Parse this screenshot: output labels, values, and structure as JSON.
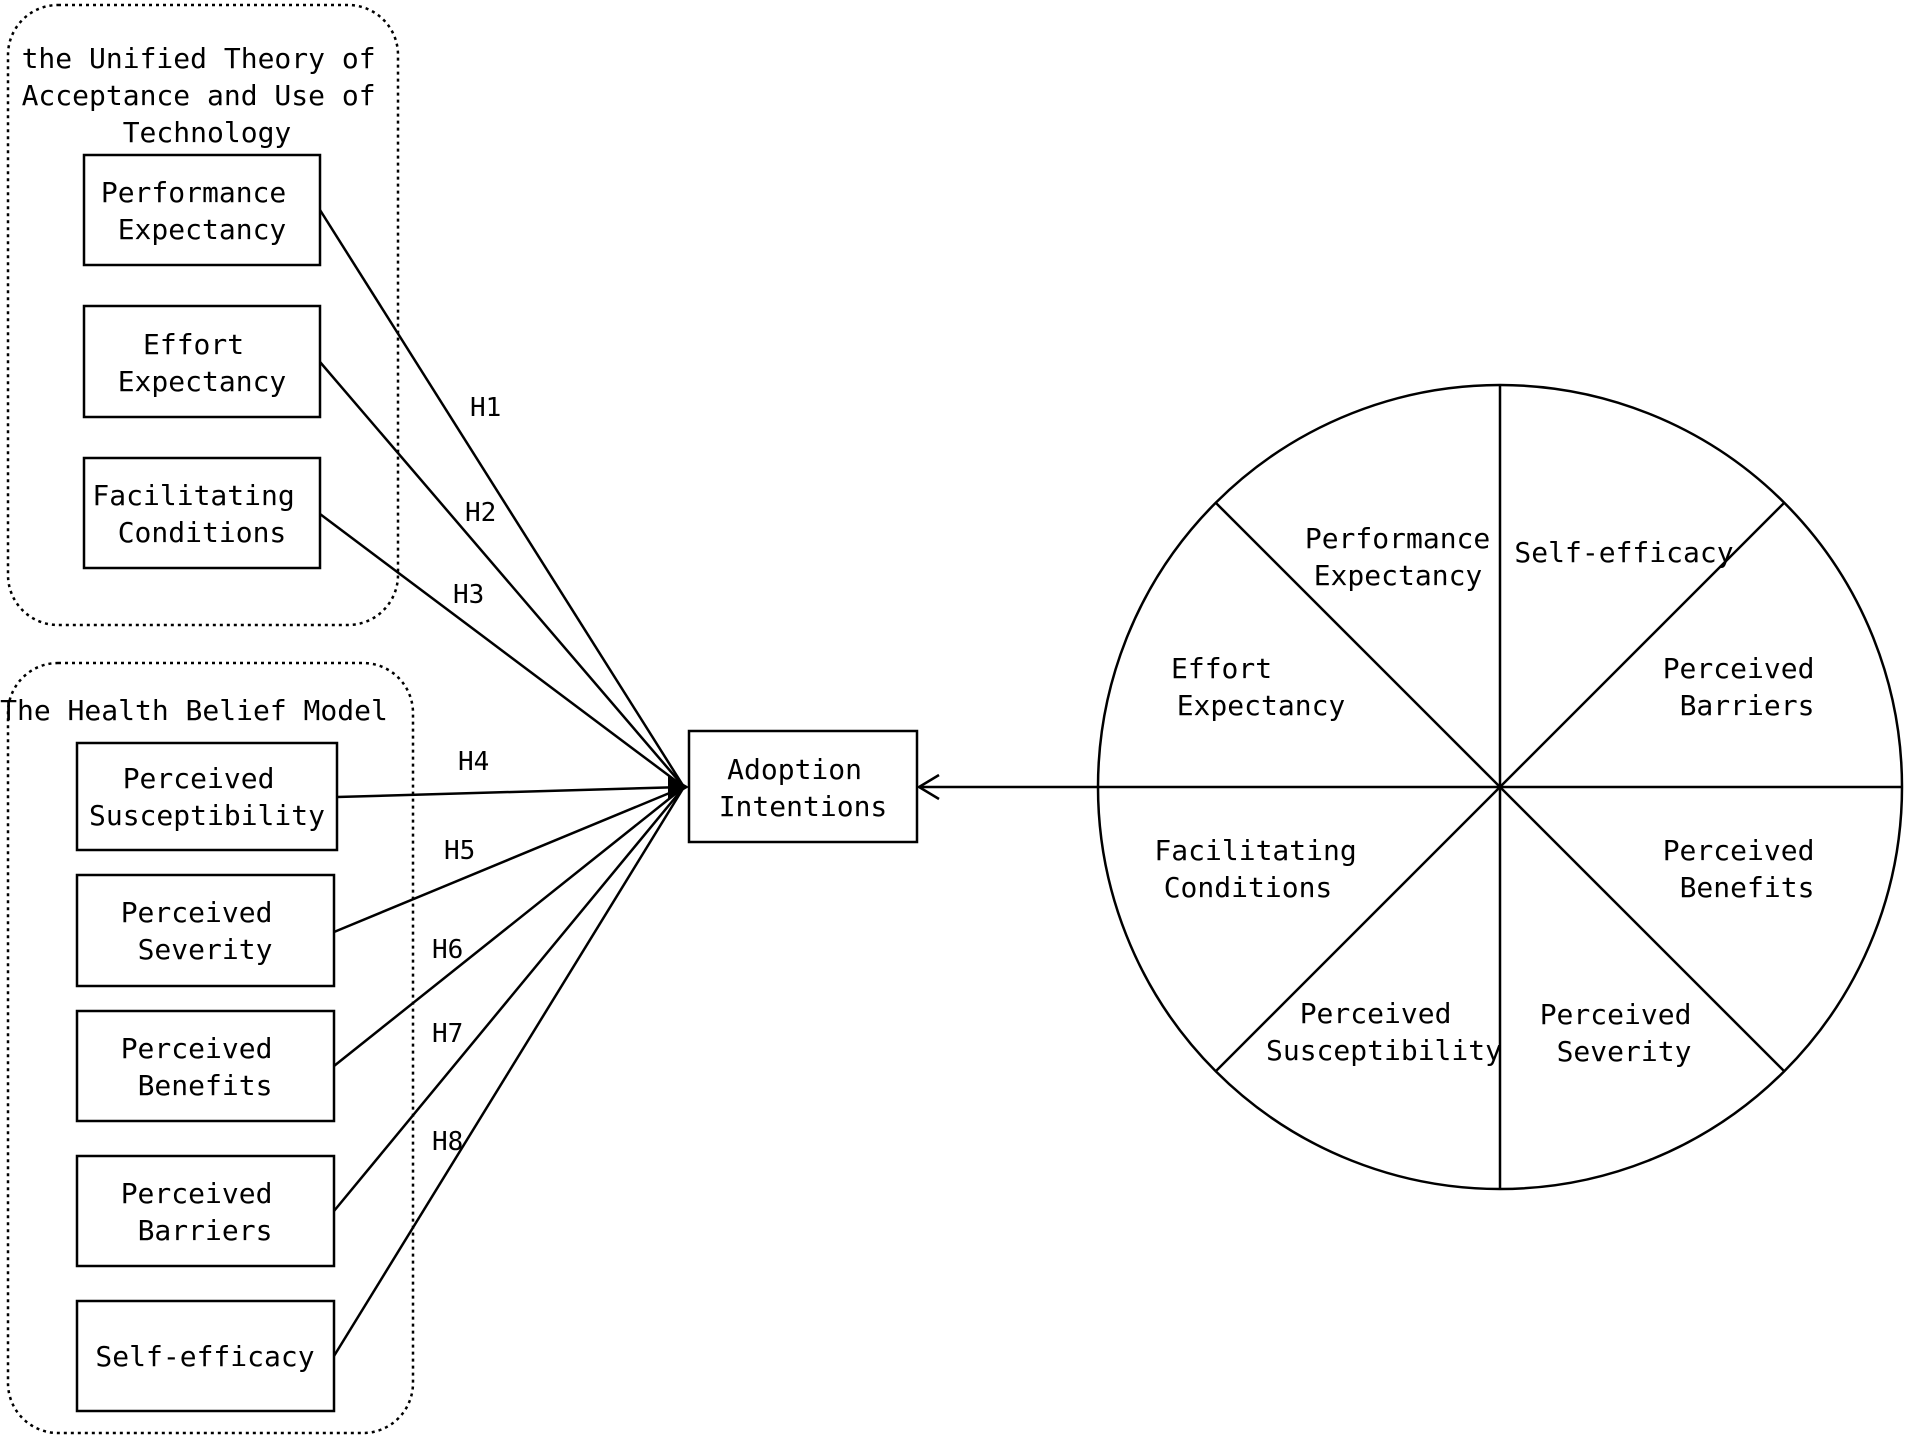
{
  "utaut": {
    "title": [
      "the Unified Theory of",
      "Acceptance and Use of",
      "Technology"
    ],
    "constructs": [
      [
        "Performance",
        "Expectancy"
      ],
      [
        "Effort",
        "Expectancy"
      ],
      [
        "Facilitating",
        "Conditions"
      ]
    ]
  },
  "hbm": {
    "title": "The Health Belief Model",
    "constructs": [
      [
        "Perceived",
        "Susceptibility"
      ],
      [
        "Perceived",
        "Severity"
      ],
      [
        "Perceived",
        "Benefits"
      ],
      [
        "Perceived",
        "Barriers"
      ],
      [
        "Self-efficacy"
      ]
    ]
  },
  "hypotheses": [
    "H1",
    "H2",
    "H3",
    "H4",
    "H5",
    "H6",
    "H7",
    "H8"
  ],
  "outcome": [
    "Adoption",
    "Intentions"
  ],
  "circle_segments": [
    [
      "Performance",
      "Expectancy"
    ],
    [
      "Self-efficacy"
    ],
    [
      "Perceived",
      "Barriers"
    ],
    [
      "Perceived",
      "Benefits"
    ],
    [
      "Perceived",
      "Severity"
    ],
    [
      "Perceived",
      "Susceptibility"
    ],
    [
      "Facilitating",
      "Conditions"
    ],
    [
      "Effort",
      "Expectancy"
    ]
  ]
}
